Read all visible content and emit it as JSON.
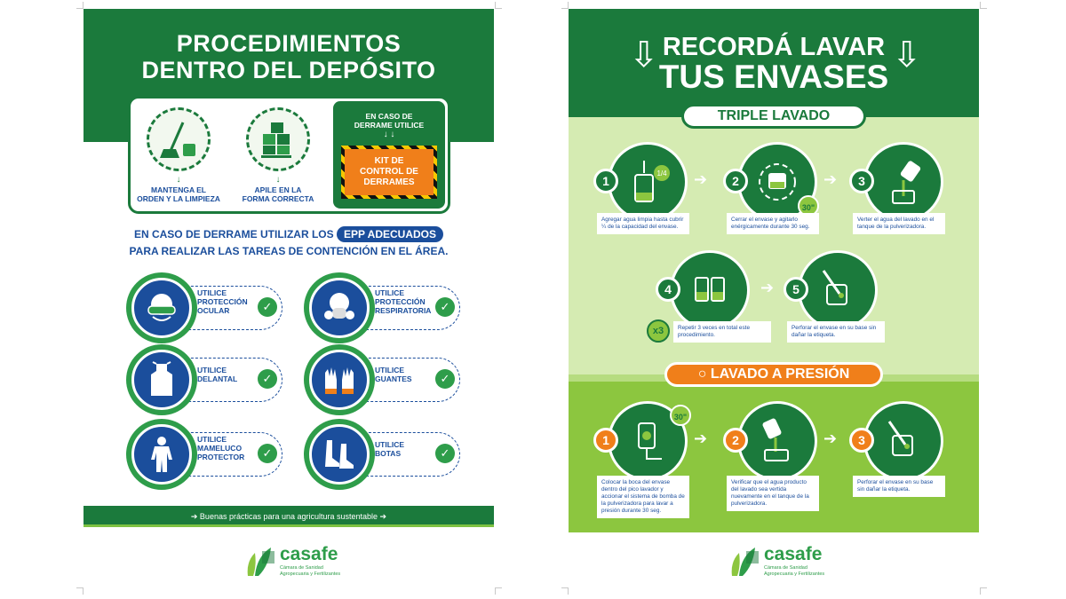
{
  "left_poster": {
    "title_line1": "PROCEDIMIENTOS",
    "title_line2": "DENTRO DEL DEPÓSITO",
    "items": [
      {
        "caption_line1": "MANTENGA EL",
        "caption_line2": "ORDEN Y LA LIMPIEZA",
        "icon": "broom-bucket-icon"
      },
      {
        "caption_line1": "APILE EN LA",
        "caption_line2": "FORMA CORRECTA",
        "icon": "stacked-boxes-icon"
      }
    ],
    "spill_kit": {
      "heading_line1": "EN CASO DE",
      "heading_line2": "DERRAME UTILICE",
      "arrows": "↓   ↓",
      "kit_line1": "KIT DE",
      "kit_line2": "CONTROL DE",
      "kit_line3": "DERRAMES"
    },
    "epp": {
      "line1_prefix": "EN CASO DE DERRAME UTILIZAR LOS",
      "line1_highlight": "EPP ADECUADOS",
      "line2": "PARA REALIZAR LAS TAREAS DE CONTENCIÓN EN EL ÁREA."
    },
    "ppe": [
      {
        "line1": "UTILICE",
        "line2": "PROTECCIÓN",
        "line3": "OCULAR",
        "icon": "goggles-icon"
      },
      {
        "line1": "UTILICE",
        "line2": "PROTECCIÓN",
        "line3": "RESPIRATORIA",
        "icon": "respirator-mask-icon"
      },
      {
        "line1": "UTILICE",
        "line2": "DELANTAL",
        "line3": "",
        "icon": "apron-icon"
      },
      {
        "line1": "UTILICE",
        "line2": "GUANTES",
        "line3": "",
        "icon": "gloves-icon"
      },
      {
        "line1": "UTILICE",
        "line2": "MAMELUCO",
        "line3": "PROTECTOR",
        "icon": "coverall-icon"
      },
      {
        "line1": "UTILICE",
        "line2": "BOTAS",
        "line3": "",
        "icon": "boots-icon"
      }
    ],
    "check_glyph": "✓",
    "footer": "➔ Buenas prácticas para una agricultura sustentable ➔"
  },
  "right_poster": {
    "title_line1": "RECORDÁ LAVAR",
    "title_line2": "TUS ENVASES",
    "arrow_glyph": "⇩",
    "triple": {
      "title": "TRIPLE LAVADO",
      "steps": [
        {
          "num": "1",
          "text": "Agregar agua limpia hasta cubrir ¼ de la capacidad del envase.",
          "icon": "fill-quarter-icon",
          "badge": "1/4"
        },
        {
          "num": "2",
          "text": "Cerrar el envase y agitarlo enérgicamente durante 30 seg.",
          "icon": "shake-container-icon",
          "badge": "30\""
        },
        {
          "num": "3",
          "text": "Verter el agua del lavado en el tanque de la pulverizadora.",
          "icon": "pour-water-icon",
          "badge": ""
        },
        {
          "num": "4",
          "text": "Repetir 3 veces en total este procedimiento.",
          "icon": "repeat-steps-icon",
          "badge": "x3"
        },
        {
          "num": "5",
          "text": "Perforar el envase en su base sin dañar la etiqueta.",
          "icon": "pierce-container-icon",
          "badge": ""
        }
      ]
    },
    "pressure": {
      "title": "○ LAVADO A PRESIÓN",
      "steps": [
        {
          "num": "1",
          "text": "Colocar la boca del envase dentro del pico lavador y accionar el sistema de bomba de la pulverizadora para lavar a presión durante 30 seg.",
          "icon": "pressure-nozzle-icon",
          "badge": "30\""
        },
        {
          "num": "2",
          "text": "Verificar que el agua producto del lavado sea vertida nuevamente en el tanque de la pulverizadora.",
          "icon": "verify-pour-icon",
          "badge": ""
        },
        {
          "num": "3",
          "text": "Perforar el envase en su base sin dañar la etiqueta.",
          "icon": "pierce-container-icon",
          "badge": ""
        }
      ]
    },
    "flow_arrow": "➔"
  },
  "logo": {
    "name": "casafe",
    "sub_line1": "Cámara de Sanidad",
    "sub_line2": "Agropecuaria y Fertilizantes"
  },
  "colors": {
    "green_dark": "#1b7a3c",
    "green_mid": "#2e9d4a",
    "green_light": "#8cc63f",
    "blue": "#1b4e9c",
    "orange": "#f07f1a"
  }
}
